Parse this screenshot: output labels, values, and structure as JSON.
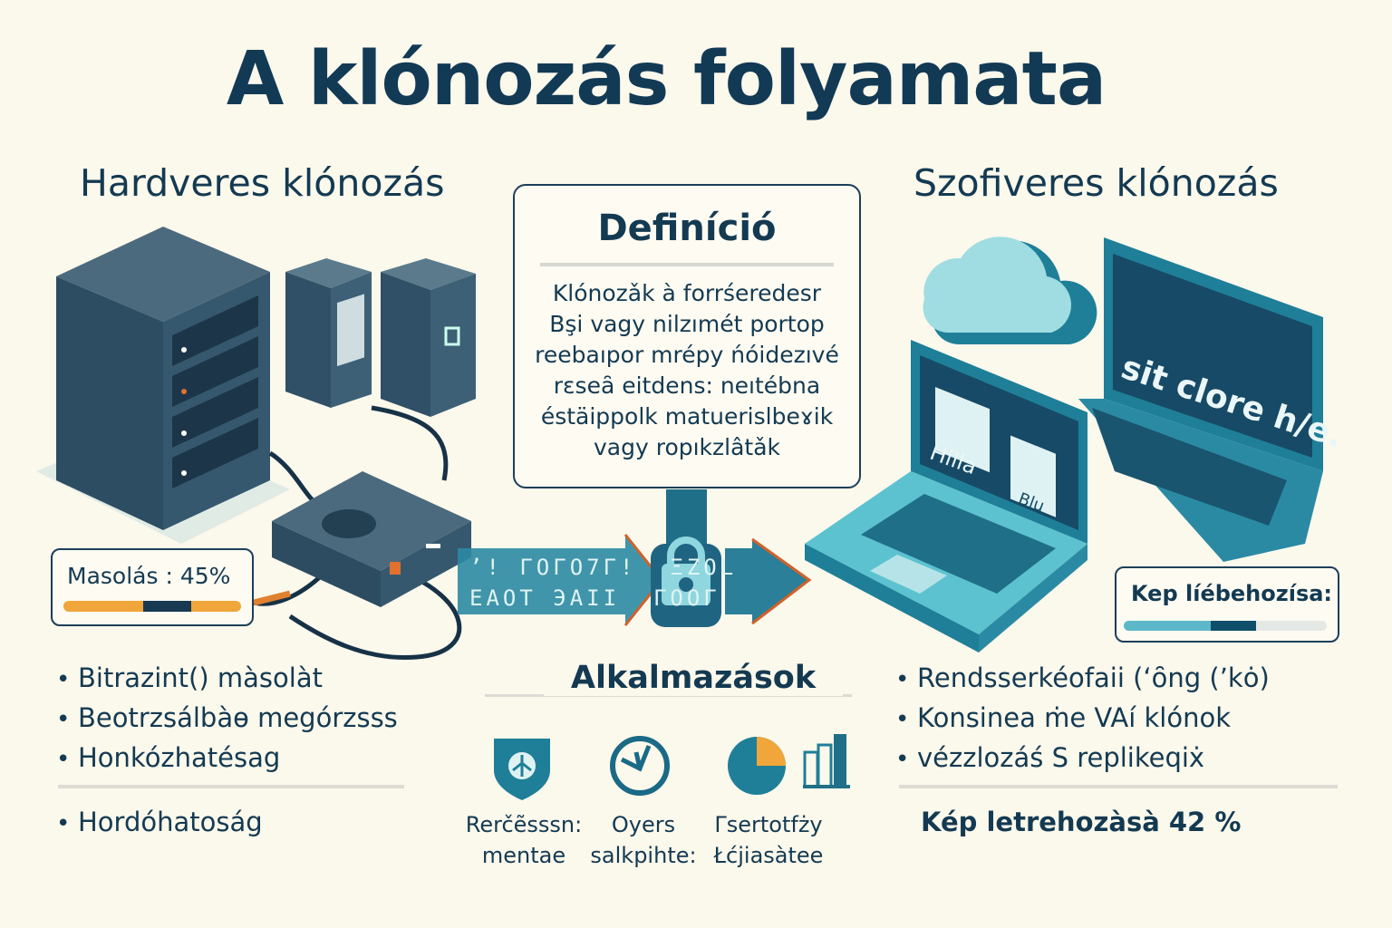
{
  "title": "A klónozás folyamata",
  "hardware": {
    "heading": "Hardveres klónozás",
    "progress_label": "Masolás : 45%",
    "progress": 45,
    "bullets": [
      "Bitrazint() màsolàt",
      "Beotrzsálbàɵ megórzsss",
      "Honkózhatésag"
    ],
    "extra_bullet": "Hordóhatoság"
  },
  "definition": {
    "title": "Definíció",
    "lines": [
      "Klónozǎk à forrśeredesr",
      "Bşi vagy nilzımét portop",
      "reebaıpor mrépy ńóidezıvé",
      "rɛseȃ eitdens: neıtébna",
      "éstäippolk matuerislbeɤik",
      "vagy ropıkzlâtǎk"
    ]
  },
  "transfer": {
    "binary_top": "ʼ! ΓΟΓΟ7Γ!  ΞΖΟL",
    "binary_bottom": "ΕΑΟΤ ЭΑΙΙ  ΓΟΟΓ",
    "lock_icon": "padlock-icon"
  },
  "software": {
    "heading": "Szofiveres klónozás",
    "laptop_screen_text": "sit clore h/e.",
    "laptop_window_labels": [
      "Hilla",
      "Blu"
    ],
    "progress_label": "Kep líébehozísa:",
    "bullets": [
      "Rendsserkéofaii (ʻȏng (ʼkȯ)",
      "Konsinea ṁe VAí klónok",
      "vézzlozáś S replikeqiẋ"
    ],
    "status_text": "Kép letrehozàsà  42 %"
  },
  "applications": {
    "heading": "Alkalmazások",
    "items": [
      {
        "icon": "shield-icon",
        "line1": "Rerčẽsssn:",
        "line2": "mentae"
      },
      {
        "icon": "clock-icon",
        "line1": "Oyers",
        "line2": "salkpihte:"
      },
      {
        "icon": "pie-chart-icon",
        "line1": "Γsertotfży",
        "line2": "Łćjiasàtee"
      }
    ],
    "extra_icon": "bar-chart-icon"
  },
  "colors": {
    "background": "#fbf8ec",
    "navy": "#143a52",
    "teal": "#1f7f98",
    "light_teal": "#5cc2cf",
    "orange": "#f0a63a",
    "rust": "#d0622a"
  }
}
